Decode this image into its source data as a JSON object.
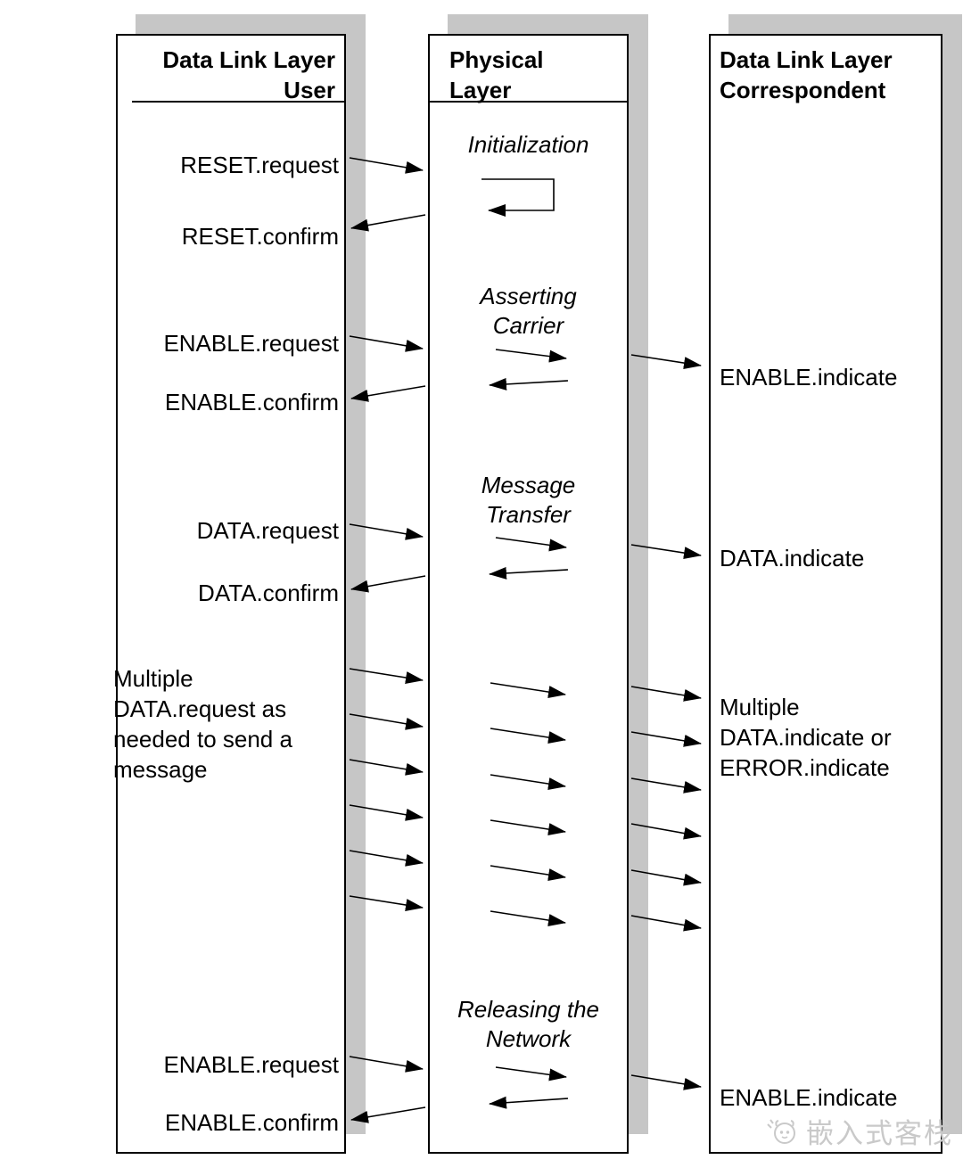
{
  "headers": {
    "left": {
      "line1": "Data Link Layer",
      "line2": "User"
    },
    "middle": {
      "line1": "Physical",
      "line2": "Layer"
    },
    "right": {
      "line1": "Data Link Layer",
      "line2": "Correspondent"
    }
  },
  "phases": {
    "initialization": "Initialization",
    "asserting": {
      "line1": "Asserting",
      "line2": "Carrier"
    },
    "message": {
      "line1": "Message",
      "line2": "Transfer"
    },
    "releasing": {
      "line1": "Releasing the",
      "line2": "Network"
    }
  },
  "left_messages": {
    "reset_request": "RESET.request",
    "reset_confirm": "RESET.confirm",
    "enable_request_1": "ENABLE.request",
    "enable_confirm_1": "ENABLE.confirm",
    "data_request": "DATA.request",
    "data_confirm": "DATA.confirm",
    "multiple": {
      "line1": "Multiple",
      "line2": "DATA.request as",
      "line3": "needed to send a",
      "line4": "message"
    },
    "enable_request_2": "ENABLE.request",
    "enable_confirm_2": "ENABLE.confirm"
  },
  "right_messages": {
    "enable_indicate_1": "ENABLE.indicate",
    "data_indicate": "DATA.indicate",
    "multiple": {
      "line1": "Multiple",
      "line2": "DATA.indicate or",
      "line3": "ERROR.indicate"
    },
    "enable_indicate_2": "ENABLE.indicate"
  },
  "watermark": {
    "text": "嵌入式客栈"
  },
  "colors": {
    "shadow": "#c6c6c6",
    "line": "#000000",
    "watermark": "#c9c9c9"
  }
}
